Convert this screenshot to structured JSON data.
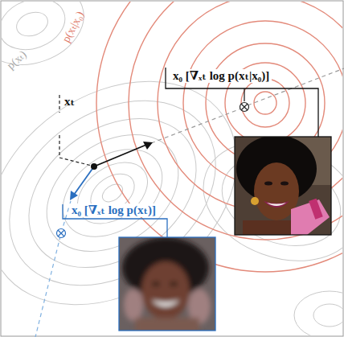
{
  "diagram": {
    "labels": [
      "p(xₜ)",
      "p(xₜ|x₀)",
      "xₜ",
      "x₀ [∇ₓₜ log p(xₜ|x₀)]",
      "x₀ [∇ₓₜ log p(xₜ)]"
    ]
  }
}
